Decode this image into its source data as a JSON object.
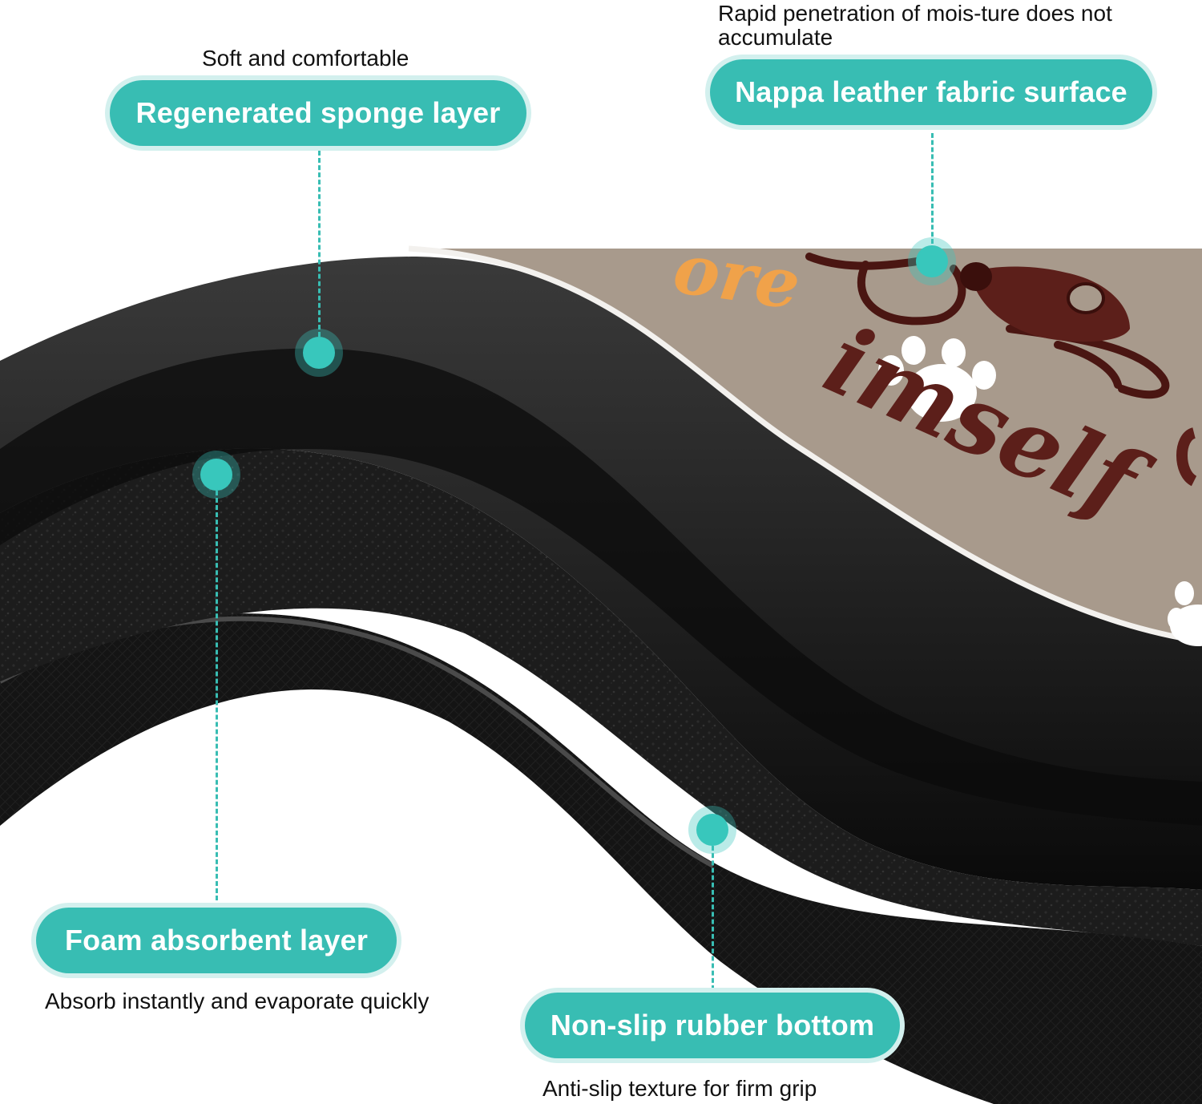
{
  "callouts": [
    {
      "title": "Regenerated sponge layer",
      "note": "Soft and comfortable"
    },
    {
      "title": "Nappa leather fabric surface",
      "note": "Rapid penetration of mois-ture does not accumulate"
    },
    {
      "title": "Foam absorbent layer",
      "note": "Absorb instantly and evaporate quickly"
    },
    {
      "title": "Non-slip rubber bottom",
      "note": "Anti-slip texture for firm grip"
    }
  ],
  "print_text": {
    "fragment_orange": "ore",
    "fragment_brown": "imself"
  },
  "icons": [
    "paw-print-icon",
    "dog-illustration"
  ],
  "colors": {
    "accent_teal": "#38bdb3",
    "accent_teal_halo": "#d3f0ee",
    "mat_surface": "#a89a8c",
    "print_brown": "#5c1f1a",
    "print_orange": "#f0a24a",
    "rubber_black": "#121212"
  }
}
